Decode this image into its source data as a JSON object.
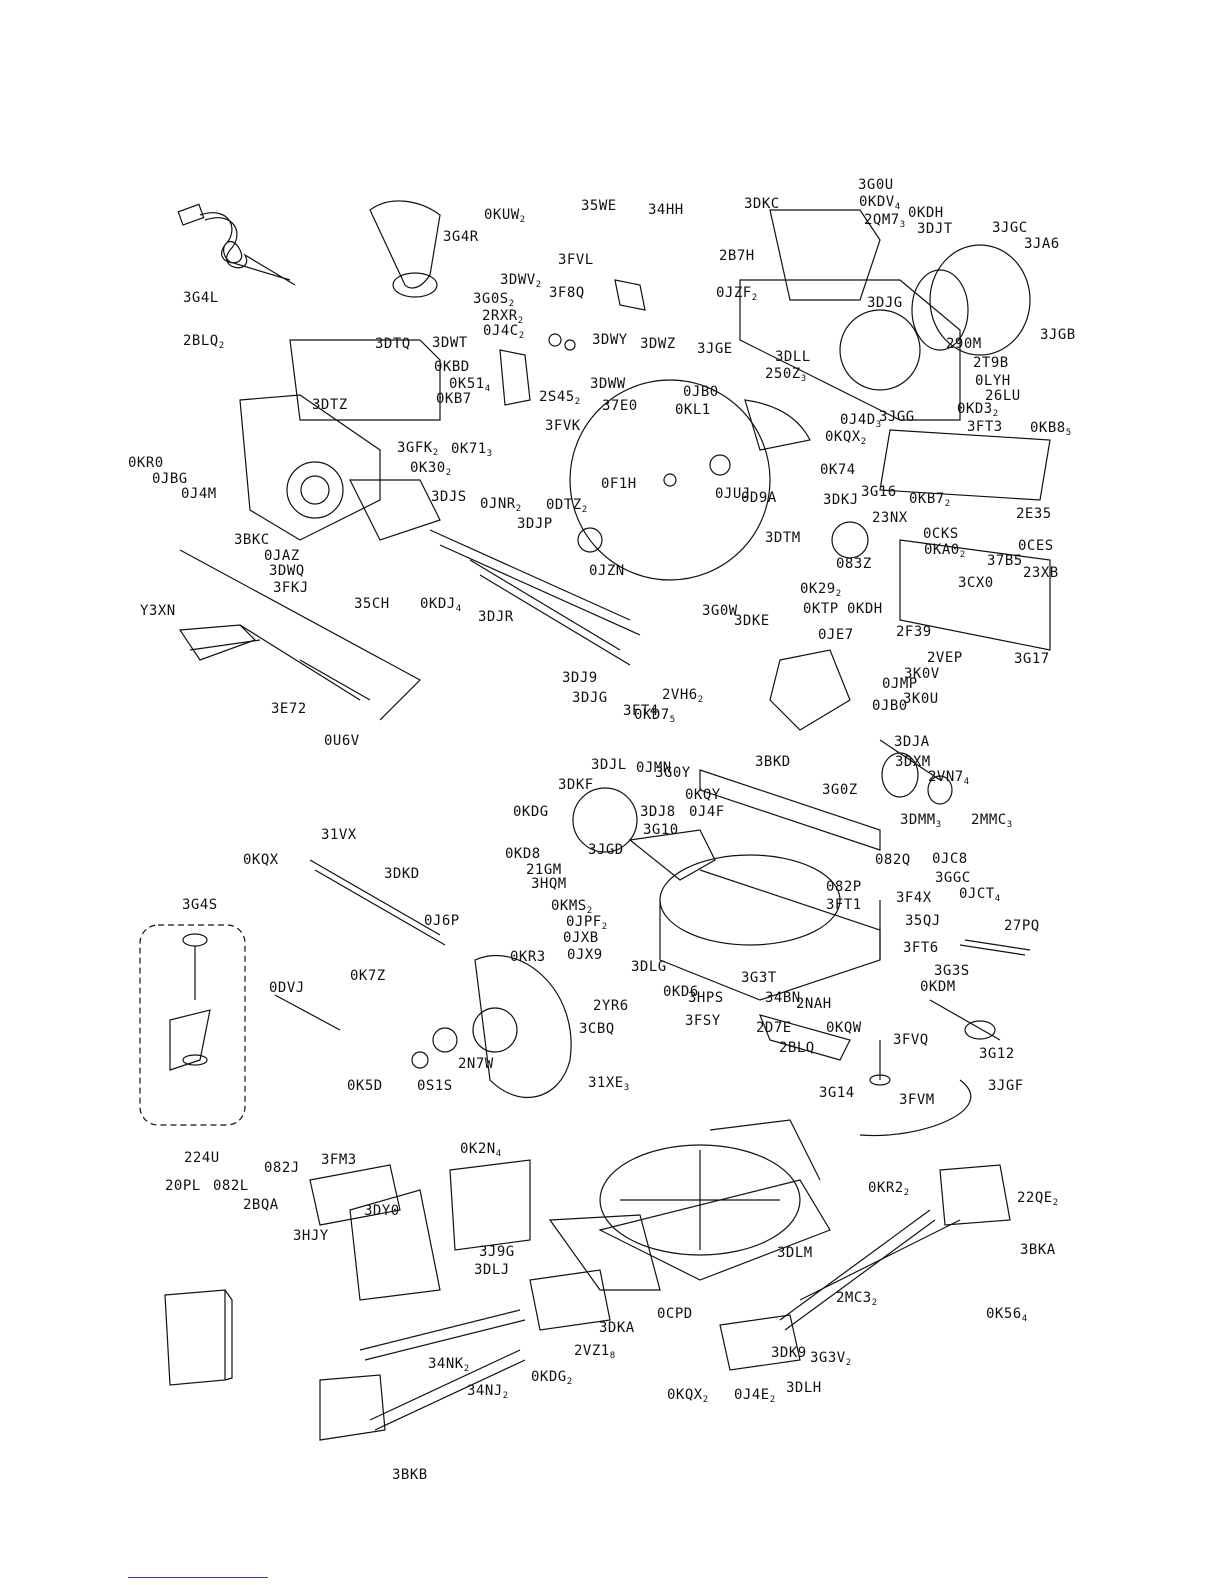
{
  "diagram": {
    "part_labels": [
      "3G4L",
      "3G4R",
      "0KUW₂",
      "35WE",
      "34HH",
      "3FVL",
      "3DWV₂",
      "3F8Q",
      "3G0S₂",
      "2RXR₂",
      "0J4C₂",
      "3DWT",
      "3DWY",
      "3DWZ",
      "0KBD",
      "0K51₄",
      "0KB7",
      "3DWW",
      "2S45₂",
      "3FVK",
      "2BLQ₂",
      "3DTQ",
      "3DTZ",
      "3GFK₂",
      "0K71₃",
      "0K30₂",
      "0KR0",
      "0JBG",
      "0J4M",
      "3DJS",
      "3BKC",
      "0JAZ",
      "3DWQ",
      "3FKJ",
      "35CH",
      "0KDJ₄",
      "0JNR₂",
      "3DJP",
      "0DTZ₂",
      "0JZN",
      "0F1H",
      "3DJR",
      "Y3XN",
      "3E72",
      "0U6V",
      "37E0",
      "0JUJ",
      "0JB0",
      "0KL1",
      "0KQX₂",
      "0K74",
      "0D9A",
      "3DKC",
      "3G0U",
      "0KDV₄",
      "0KDH",
      "2QM7₃",
      "3DJT",
      "3JGC",
      "3JA6",
      "2B7H",
      "0JZF₂",
      "3DJG",
      "3JGE",
      "3DLL",
      "3JGB",
      "290M",
      "2T9B",
      "250Z₃",
      "0LYH",
      "26LU",
      "0J4D₃",
      "3JGG",
      "0KD3₂",
      "3FT3",
      "0KB8₅",
      "3DKJ",
      "3G16",
      "0KB7₂",
      "2E35",
      "23NX",
      "3DTM",
      "0CKS",
      "0CES",
      "0KA0₂",
      "37B5",
      "23XB",
      "083Z",
      "3CX0",
      "0K29₂",
      "3G0W",
      "3DKE",
      "0KTP",
      "0KDH",
      "0JE7",
      "2F39",
      "3G17",
      "2VEP",
      "3K0V",
      "3DJ9",
      "3DJG",
      "2VH6₂",
      "0JMP",
      "3K0U",
      "3FT4",
      "0JB0",
      "0KD7₅",
      "3G0Y",
      "3BKD",
      "3DJA",
      "3DXM",
      "2VN7₄",
      "3DJL",
      "0JMN",
      "0KQY",
      "0J4F",
      "3DKF",
      "0KDG",
      "3DJ8",
      "3G0Z",
      "3DMM₃",
      "2MMC₃",
      "3G10",
      "0KD8",
      "3JGD",
      "21GM",
      "3HQM",
      "082Q",
      "0JC8",
      "082P",
      "3GGC",
      "0JCT₄",
      "3F4X",
      "0KMS₂",
      "0JPF₂",
      "0JXB",
      "0JX9",
      "3FT1",
      "35QJ",
      "27PQ",
      "3FT6",
      "3DLG",
      "0KD6",
      "3G3T",
      "3G3S",
      "0KDM",
      "3HPS",
      "34BN",
      "2NAH",
      "3FSY",
      "2D7E",
      "0KQW",
      "2BLQ",
      "3FVQ",
      "3G12",
      "3G14",
      "3FVM",
      "31XE₃",
      "3JGF",
      "0KQX",
      "31VX",
      "3DKD",
      "0J6P",
      "0K7Z",
      "3G4S",
      "0KR3",
      "2YR6",
      "3CBQ",
      "0DVJ",
      "2N7W",
      "0S1S",
      "0K5D",
      "0K2N₄",
      "224U",
      "082J",
      "3FM3",
      "20PL",
      "082L",
      "2BQA",
      "3DY0",
      "3HJY",
      "3J9G",
      "3DLJ",
      "3DKA",
      "2VZ1₈",
      "0KDG₂",
      "0CPD",
      "3DLM",
      "34NK₂",
      "34NJ₂",
      "3BKB",
      "0KR2₂",
      "22QE₂",
      "3BKA",
      "0K56₄",
      "2MC3₂",
      "3G3V₂",
      "3DK9",
      "3DLH",
      "0KQX₂",
      "0J4E₂"
    ]
  }
}
